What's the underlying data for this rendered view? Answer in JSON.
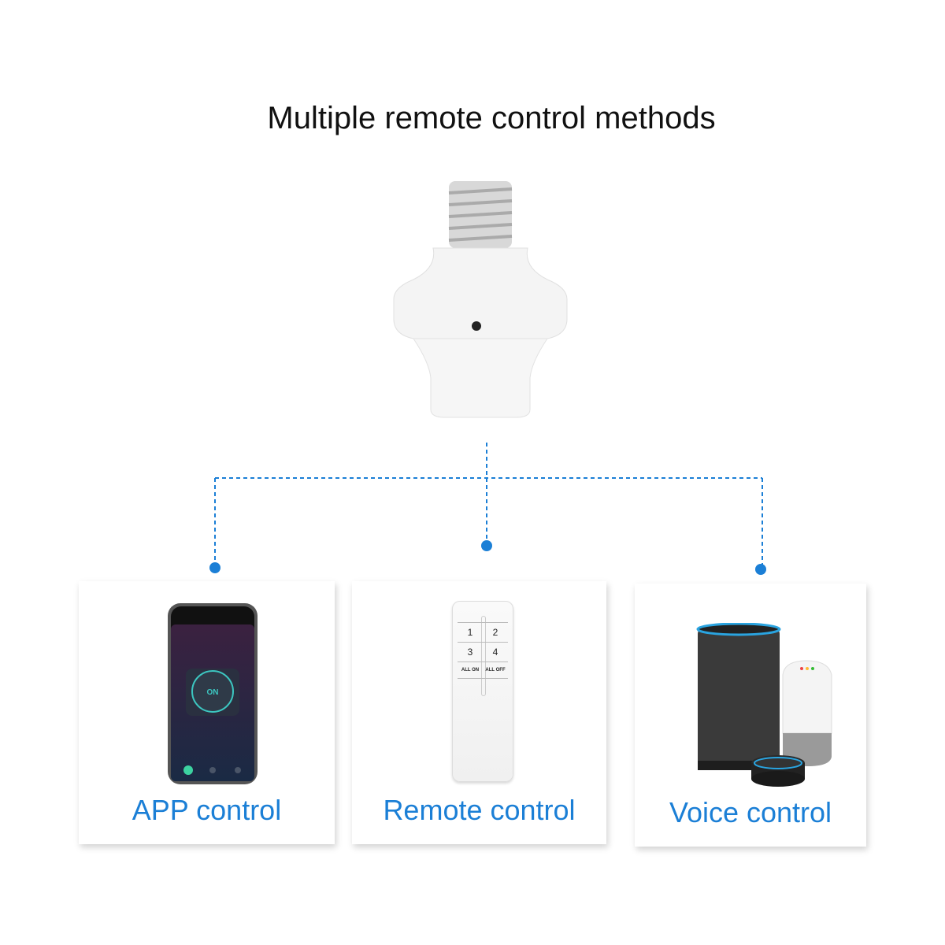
{
  "title": "Multiple remote control methods",
  "accent_color": "#1b7fd6",
  "methods": [
    {
      "label": "APP control",
      "icon": "smartphone-app-icon",
      "screen_button": "ON"
    },
    {
      "label": "Remote control",
      "icon": "remote-control-icon",
      "buttons": [
        "1",
        "2",
        "3",
        "4",
        "ALL ON",
        "ALL OFF"
      ]
    },
    {
      "label": "Voice control",
      "icon": "smart-speakers-icon"
    }
  ]
}
